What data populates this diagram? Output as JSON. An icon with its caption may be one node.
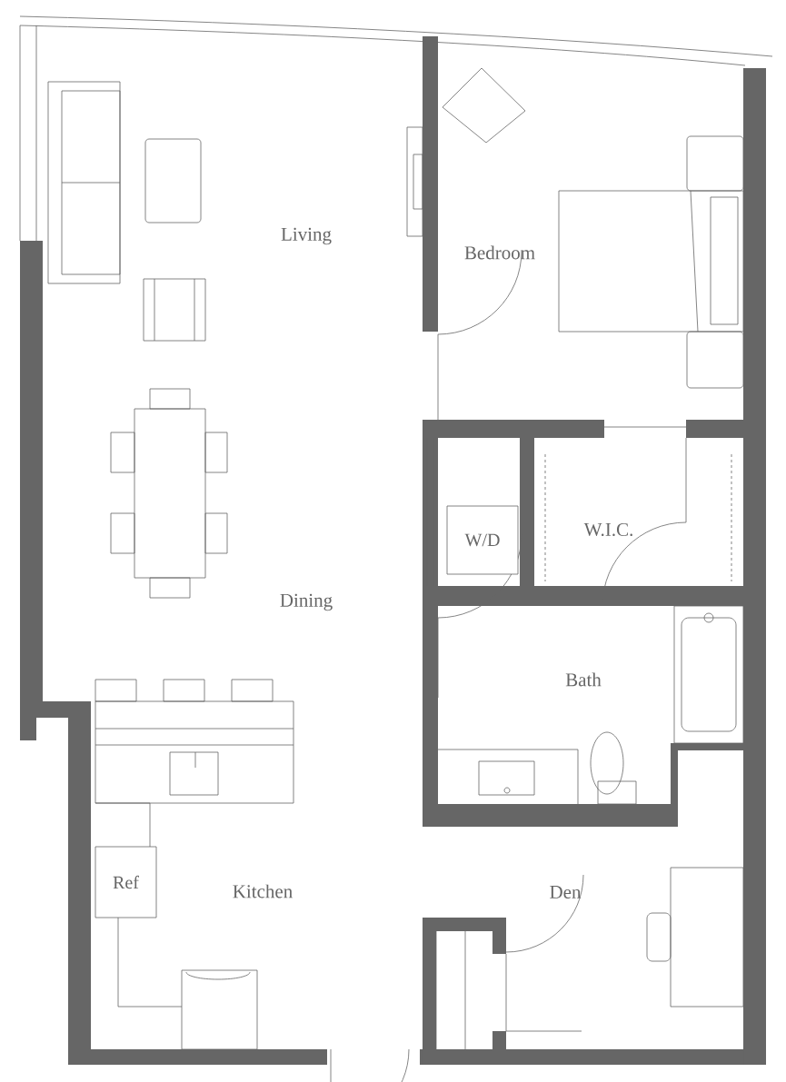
{
  "diagram": {
    "nodes": [
      {
        "text": [
          "W/D"
        ]
      },
      {
        "text": [
          "Ref"
        ]
      }
    ],
    "labels": [
      "Living",
      "Bedroom",
      "W.I.C.",
      "Dining",
      "Bath",
      "Kitchen",
      "Den"
    ]
  }
}
